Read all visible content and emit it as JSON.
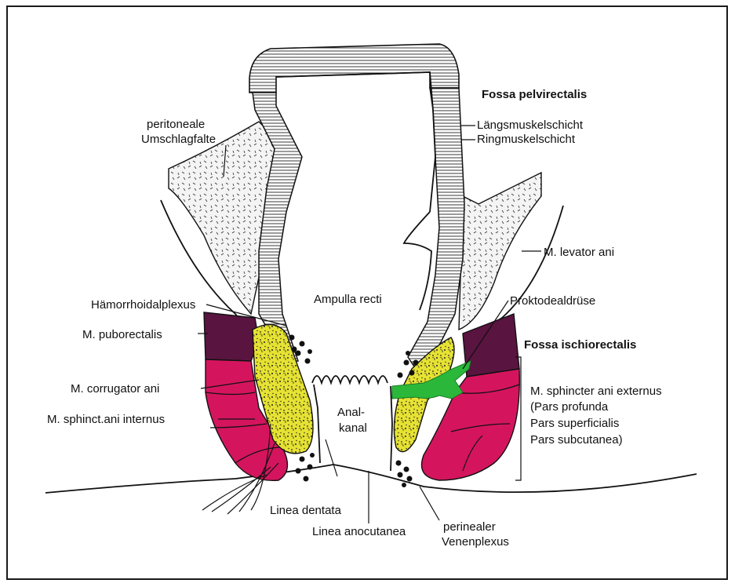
{
  "colors": {
    "puborectalis": "#5a1440",
    "sphincter": "#d4155e",
    "plexus": "#e6e233",
    "gland": "#2bb83a",
    "outline": "#111111"
  },
  "labels": {
    "fossa_pelvirectalis": "Fossa pelvirectalis",
    "laengsmuskelschicht": "Längsmuskelschicht",
    "ringmuskelschicht": "Ringmuskelschicht",
    "peritoneale_1": "peritoneale",
    "peritoneale_2": "Umschlagfalte",
    "levator_ani": "M. levator ani",
    "ampulla_recti": "Ampulla recti",
    "haemorrhoidalplexus": "Hämorrhoidalplexus",
    "proktodealdruese": "Proktodealdrüse",
    "puborectalis": "M. puborectalis",
    "fossa_ischiorectalis": "Fossa ischiorectalis",
    "corrugator_ani": "M. corrugator ani",
    "sphincter_externus": "M. sphincter ani externus",
    "pars_profunda": "(Pars profunda",
    "pars_superficialis": "Pars superficialis",
    "pars_subcutanea": "Pars subcutanea)",
    "sphinct_internus": "M. sphinct.ani internus",
    "analkanal_1": "Anal-",
    "analkanal_2": "kanal",
    "linea_dentata": "Linea dentata",
    "linea_anocutanea": "Linea anocutanea",
    "perinealer_1": "perinealer",
    "perinealer_2": "Venenplexus"
  }
}
